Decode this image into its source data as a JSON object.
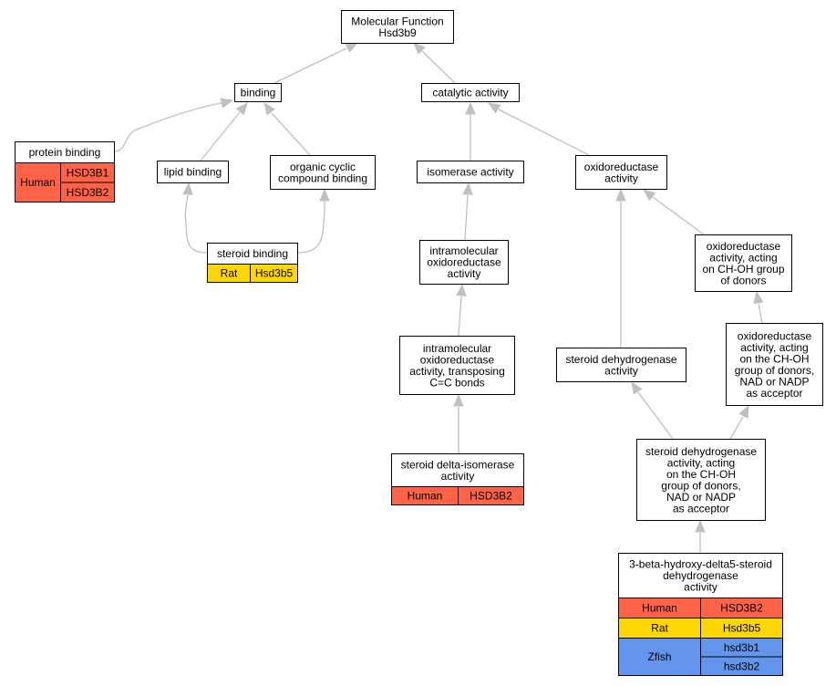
{
  "colors": {
    "edge": "#c0c0c0",
    "box_border": "#000000",
    "box_fill": "#ffffff",
    "human": "#ff6347",
    "rat": "#ffd700",
    "zfish": "#6495ed"
  },
  "nodes": {
    "root": {
      "lines": [
        "Molecular Function",
        "Hsd3b9"
      ]
    },
    "binding": {
      "lines": [
        "binding"
      ]
    },
    "catalytic": {
      "lines": [
        "catalytic activity"
      ]
    },
    "protein_binding": {
      "lines": [
        "protein binding"
      ]
    },
    "lipid_binding": {
      "lines": [
        "lipid binding"
      ]
    },
    "organic_cyclic": {
      "lines": [
        "organic cyclic",
        "compound binding"
      ]
    },
    "isomerase": {
      "lines": [
        "isomerase activity"
      ]
    },
    "oxidoreductase": {
      "lines": [
        "oxidoreductase",
        "activity"
      ]
    },
    "steroid_binding": {
      "lines": [
        "steroid binding"
      ]
    },
    "intramolecular_ox": {
      "lines": [
        "intramolecular",
        "oxidoreductase",
        "activity"
      ]
    },
    "ox_choh": {
      "lines": [
        "oxidoreductase",
        "activity, acting",
        "on CH-OH group",
        "of donors"
      ]
    },
    "intramolecular_cc": {
      "lines": [
        "intramolecular",
        "oxidoreductase",
        "activity, transposing",
        "C=C bonds"
      ]
    },
    "steroid_dh": {
      "lines": [
        "steroid dehydrogenase",
        "activity"
      ]
    },
    "ox_choh_nad": {
      "lines": [
        "oxidoreductase",
        "activity, acting",
        "on the CH-OH",
        "group of donors,",
        "NAD or NADP",
        "as acceptor"
      ]
    },
    "steroid_delta_iso": {
      "lines": [
        "steroid delta-isomerase",
        "activity"
      ]
    },
    "steroid_dh_choh": {
      "lines": [
        "steroid dehydrogenase",
        "activity, acting",
        "on the CH-OH",
        "group of donors,",
        "NAD or NADP",
        "as acceptor"
      ]
    },
    "hsd3b": {
      "lines": [
        "3-beta-hydroxy-delta5-steroid",
        "dehydrogenase",
        "activity"
      ]
    }
  },
  "annotations": {
    "protein_binding": [
      {
        "species": "Human",
        "color": "human",
        "genes": [
          "HSD3B1",
          "HSD3B2"
        ]
      }
    ],
    "steroid_binding": [
      {
        "species": "Rat",
        "color": "rat",
        "genes": [
          "Hsd3b5"
        ]
      }
    ],
    "steroid_delta_iso": [
      {
        "species": "Human",
        "color": "human",
        "genes": [
          "HSD3B2"
        ]
      }
    ],
    "hsd3b": [
      {
        "species": "Human",
        "color": "human",
        "genes": [
          "HSD3B2"
        ]
      },
      {
        "species": "Rat",
        "color": "rat",
        "genes": [
          "Hsd3b5"
        ]
      },
      {
        "species": "Zfish",
        "color": "zfish",
        "genes": [
          "hsd3b1",
          "hsd3b2"
        ]
      }
    ]
  },
  "edges": [
    {
      "from": "binding",
      "to": "root"
    },
    {
      "from": "catalytic",
      "to": "root"
    },
    {
      "from": "protein_binding",
      "to": "binding"
    },
    {
      "from": "lipid_binding",
      "to": "binding"
    },
    {
      "from": "organic_cyclic",
      "to": "binding"
    },
    {
      "from": "isomerase",
      "to": "catalytic"
    },
    {
      "from": "oxidoreductase",
      "to": "catalytic"
    },
    {
      "from": "steroid_binding",
      "to": "lipid_binding"
    },
    {
      "from": "steroid_binding",
      "to": "organic_cyclic"
    },
    {
      "from": "intramolecular_ox",
      "to": "isomerase"
    },
    {
      "from": "ox_choh",
      "to": "oxidoreductase"
    },
    {
      "from": "steroid_dh",
      "to": "oxidoreductase"
    },
    {
      "from": "intramolecular_cc",
      "to": "intramolecular_ox"
    },
    {
      "from": "ox_choh_nad",
      "to": "ox_choh"
    },
    {
      "from": "steroid_delta_iso",
      "to": "intramolecular_cc"
    },
    {
      "from": "steroid_dh_choh",
      "to": "steroid_dh"
    },
    {
      "from": "steroid_dh_choh",
      "to": "ox_choh_nad"
    },
    {
      "from": "hsd3b",
      "to": "steroid_dh_choh"
    }
  ]
}
